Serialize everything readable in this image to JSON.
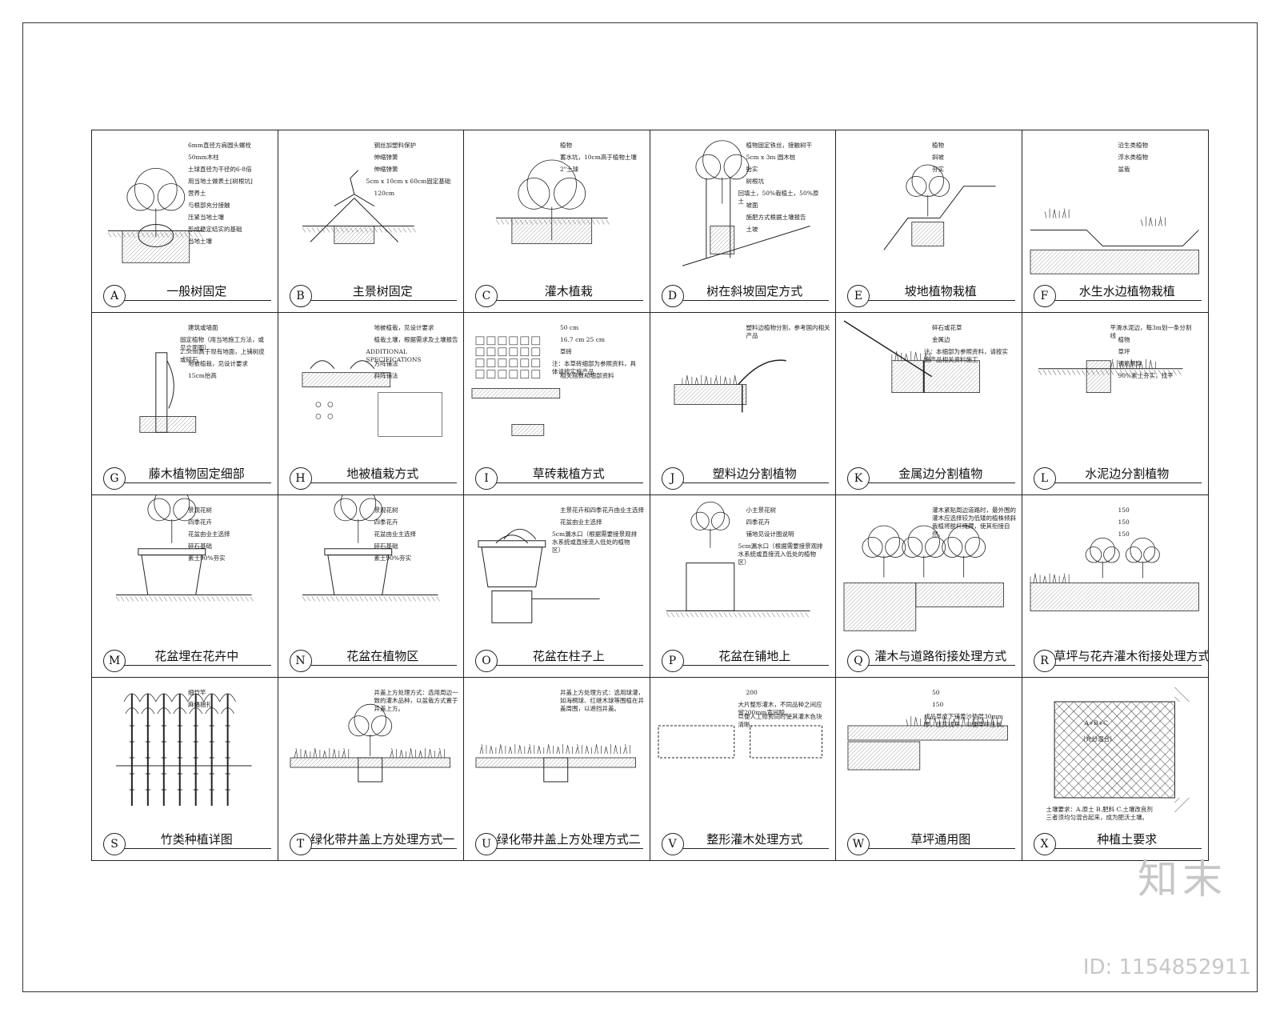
{
  "cells": [
    {
      "letter": "A",
      "title": "一般树固定",
      "notes": [
        "6mm直径方肩圆头螺栓",
        "50mm木柱",
        "土球直径为干径的6-8倍",
        "用当地土做表土[树根坑]",
        "营养土",
        "与根部充分接触",
        "压紧当地土壤",
        "形成稳定结实的基础",
        "当地土壤"
      ]
    },
    {
      "letter": "B",
      "title": "主景树固定",
      "notes": [
        "钢丝加塑料保护",
        "伸缩弹簧",
        "伸缩弹簧",
        "5cm x 10cm x 60cm固定基础",
        "120cm"
      ]
    },
    {
      "letter": "C",
      "title": "灌木植栽",
      "notes": [
        "植物",
        "蓄水坑，10cm高于植物土壤",
        "2\"土球"
      ]
    },
    {
      "letter": "D",
      "title": "树在斜坡固定方式",
      "notes": [
        "植物固定铁丝，接触树干",
        "5cm x 3m 圆木桩",
        "抬实",
        "树根坑",
        "回填土，50%栽植土，50%原土",
        "坡面",
        "施肥方式根据土壤报告",
        "土坡"
      ]
    },
    {
      "letter": "E",
      "title": "坡地植物栽植",
      "notes": [
        "植物",
        "斜坡",
        "夯实"
      ]
    },
    {
      "letter": "F",
      "title": "水生水边植物栽植",
      "notes": [
        "沿生类植物",
        "浮水类植物",
        "盆栽"
      ]
    },
    {
      "letter": "G",
      "title": "藤木植物固定细部",
      "notes": [
        "建筑或墙面",
        "固定植物（用当地施工方法，或见立面图）",
        "2.5cm高于现有地面，上铺树皮或碎石",
        "地被植栽，见设计要求",
        "15cm抬高"
      ]
    },
    {
      "letter": "H",
      "title": "地被植栽方式",
      "notes": [
        "地被植栽，见设计要求",
        "植栽土壤，根据需求及土壤报告",
        "ADDITIONAL SPECIFICATIONS",
        "方阵铺法",
        "斜阵铺法"
      ]
    },
    {
      "letter": "I",
      "title": "草砖栽植方式",
      "notes": [
        "50 cm",
        "16.7 cm  25 cm",
        "草砖",
        "注：本草砖细部为参照资料，具体请按实施产品",
        "相关指数和细部资料"
      ]
    },
    {
      "letter": "J",
      "title": "塑料边分割植物",
      "notes": [
        "塑料边植物分割，参考国内相关产品"
      ]
    },
    {
      "letter": "K",
      "title": "金属边分割植物",
      "notes": [
        "碎石或花草",
        "金属边",
        "注：本细部为参照资料，请按实施产品相关资料施工"
      ]
    },
    {
      "letter": "L",
      "title": "水泥边分割植物",
      "notes": [
        "平滑水泥边，每3m划一条分割线",
        "植物",
        "草坪",
        "钢筋贯穿",
        "90%素土夯实，找平"
      ]
    },
    {
      "letter": "M",
      "title": "花盆埋在花卉中",
      "notes": [
        "景观花树",
        "四季花卉",
        "花盆由业主选择",
        "碎石基础",
        "素土90%夯实"
      ]
    },
    {
      "letter": "N",
      "title": "花盆在植物区",
      "notes": [
        "景观花树",
        "四季花卉",
        "花盆由业主选择",
        "碎石基础",
        "素土90%夯实"
      ]
    },
    {
      "letter": "O",
      "title": "花盆在柱子上",
      "notes": [
        "主景花卉和四季花卉由业主选择",
        "花盆由业主选择",
        "5cm漏水口（根据需要接景观排水系统或直接流入低处的植物区）"
      ]
    },
    {
      "letter": "P",
      "title": "花盆在铺地上",
      "notes": [
        "小主景花树",
        "四季花卉",
        "铺地见设计图说明",
        "5cm漏水口（根据需要接景观排水系统或直接流入低处的植物区）"
      ]
    },
    {
      "letter": "Q",
      "title": "灌木与道路衔接处理方式",
      "notes": [
        "灌木紧贴周边道路时，最外围的灌木应选择较为低矮的植株倾斜栽植将脱杆掩藏，使其衔接自然。"
      ]
    },
    {
      "letter": "R",
      "title": "草坪与花卉灌木衔接处理方式",
      "notes": [
        "150",
        "150",
        "150"
      ]
    },
    {
      "letter": "S",
      "title": "竹类种植详图",
      "notes": [
        "细竹竿",
        "麻绳捆扎"
      ]
    },
    {
      "letter": "T",
      "title": "绿化带井盖上方处理方式一",
      "notes": [
        "井盖上方处理方式：选用周边一致的灌木品种，以盆栽方式置于井盖上方。"
      ]
    },
    {
      "letter": "U",
      "title": "绿化带井盖上方处理方式二",
      "notes": [
        "井盖上方处理方式：选用球灌，如海桐球、红继木球等围植在井盖周围，以遮挡井盖。"
      ]
    },
    {
      "letter": "V",
      "title": "整形灌木处理方式",
      "notes": [
        "200",
        "大片整形灌木，不同品种之间应留200mm宽间隙，",
        "以便人工修剪同时使其灌木色块清晰。"
      ]
    },
    {
      "letter": "W",
      "title": "草坪通用图",
      "notes": [
        "50",
        "150",
        "成品草皮下铺黄沙垫层30mm厚，压实找平，以便草坪生长。"
      ]
    },
    {
      "letter": "X",
      "title": "种植土要求",
      "notes": [
        "A+B+C",
        "（充分混合）",
        "土壤要求：A.原土  B.肥料  C.土壤改良剂三者须均匀混合起来，成为肥沃土壤。"
      ]
    }
  ],
  "brand": "知末",
  "id_label": "ID: 1154852911",
  "colors": {
    "line": "#222222",
    "watermark": "#c7c7c7"
  }
}
